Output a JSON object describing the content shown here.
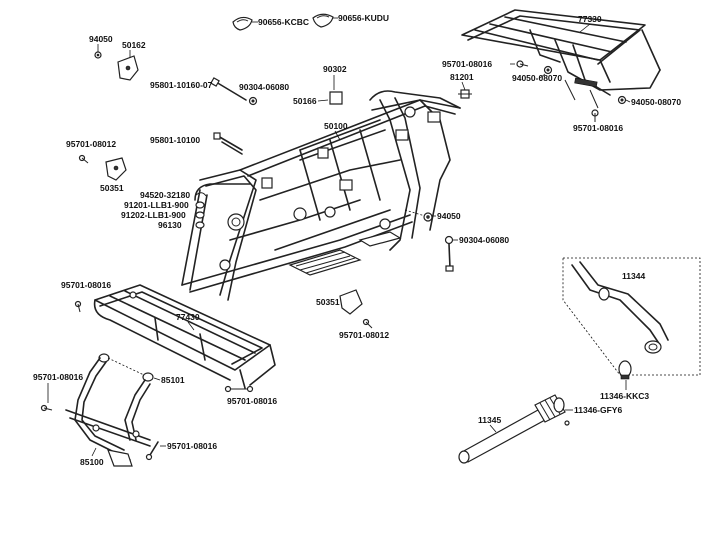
{
  "labels": {
    "p90656_kcbc": "90656-KCBC",
    "p90656_kudu": "90656-KUDU",
    "p77330": "77330",
    "p94050_a": "94050",
    "p50162": "50162",
    "p95701_08016_a": "95701-08016",
    "p90302": "90302",
    "p81201": "81201",
    "p94050_08070_a": "94050-08070",
    "p95801_10160_07": "95801-10160-07",
    "p90304_06080_a": "90304-06080",
    "p50166": "50166",
    "p94050_08070_b": "94050-08070",
    "p95701_08016_b": "95701-08016",
    "p50100": "50100",
    "p95701_08012_a": "95701-08012",
    "p95801_10100": "95801-10100",
    "p50351_a": "50351",
    "p94520_32180": "94520-32180",
    "p91201_llb1_900": "91201-LLB1-900",
    "p91202_llb1_900": "91202-LLB1-900",
    "p96130": "96130",
    "p94050_b": "94050",
    "p90304_06080_b": "90304-06080",
    "p11344": "11344",
    "p95701_08016_c": "95701-08016",
    "p77430": "77430",
    "p50351_b": "50351",
    "p95701_08012_b": "95701-08012",
    "p95701_08016_d": "95701-08016",
    "p85101": "85101",
    "p95701_08016_e": "95701-08016",
    "p11346_kkc3": "11346-KKC3",
    "p11345": "11345",
    "p11346_gfy6": "11346-GFY6",
    "p95701_08016_f": "95701-08016",
    "p85100": "85100"
  }
}
